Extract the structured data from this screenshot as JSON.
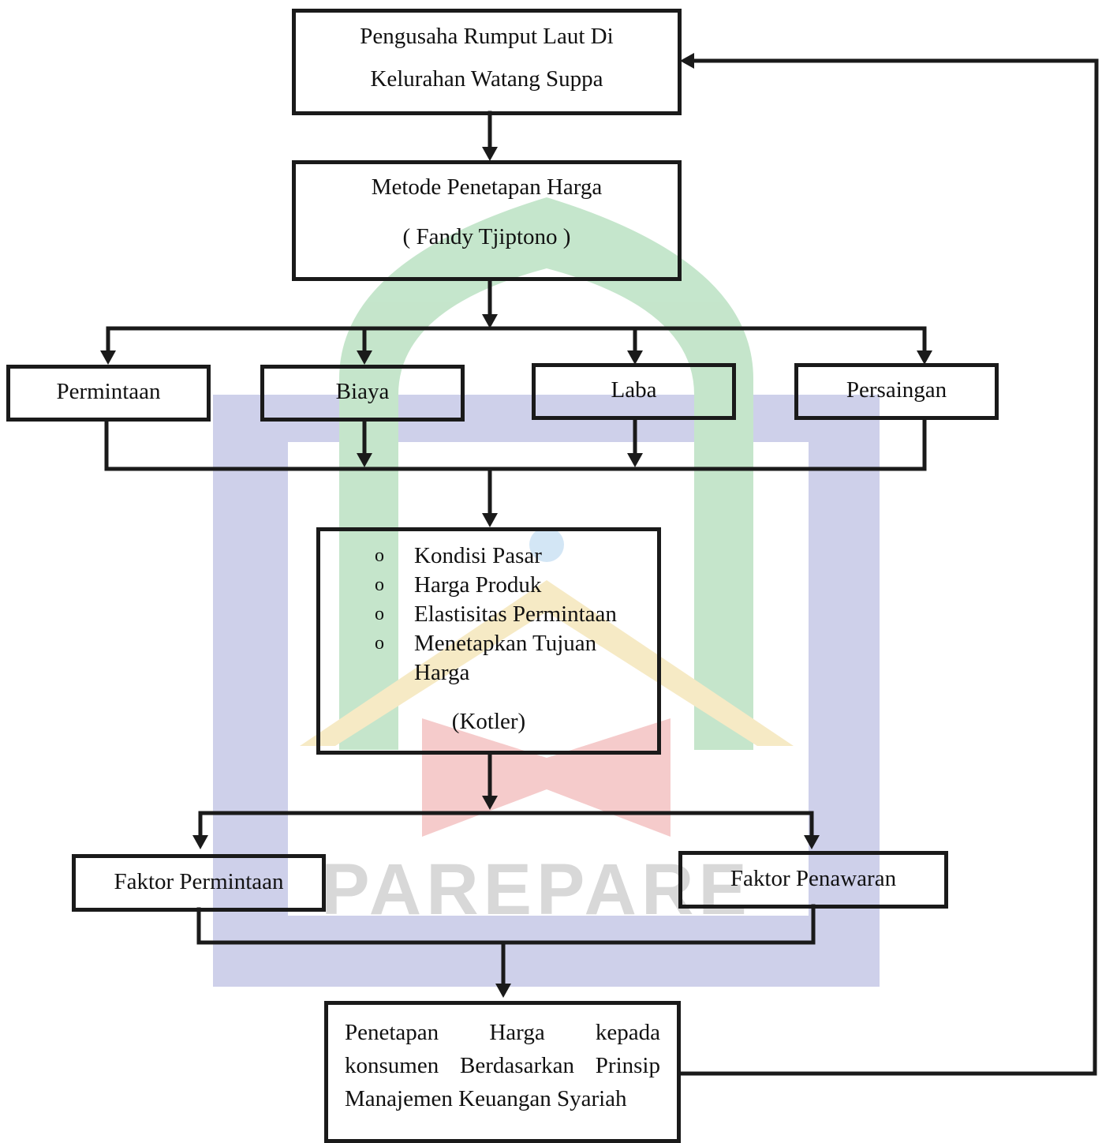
{
  "watermark": {
    "text": "PAREPARE"
  },
  "colors": {
    "line": "#1a1a1a",
    "wm_green": "#b7dcc0",
    "wm_blue": "#c5c8e6",
    "wm_red": "#f3c3c3",
    "wm_yellow": "#f5e6bd"
  },
  "nodes": {
    "top": {
      "line1": "Pengusaha Rumput Laut Di",
      "line2": "Kelurahan Watang Suppa"
    },
    "method": {
      "line1": "Metode Penetapan Harga",
      "line2": "( Fandy Tjiptono )"
    },
    "factors": [
      {
        "label": "Permintaan"
      },
      {
        "label": "Biaya"
      },
      {
        "label": "Laba"
      },
      {
        "label": "Persaingan"
      }
    ],
    "kotler": {
      "bullet_glyph": "o",
      "items": [
        "Kondisi Pasar",
        "Harga Produk",
        "Elastisitas Permintaan",
        "Menetapkan Tujuan"
      ],
      "continuation": "Harga",
      "source": "(Kotler)"
    },
    "faktor_permintaan": {
      "label": "Faktor Permintaan"
    },
    "faktor_penawaran": {
      "label": "Faktor Penawaran"
    },
    "final": {
      "line1": "Penetapan Harga kepada",
      "line2": "konsumen Berdasarkan Prinsip",
      "line3": "Manajemen Keuangan Syariah"
    }
  }
}
